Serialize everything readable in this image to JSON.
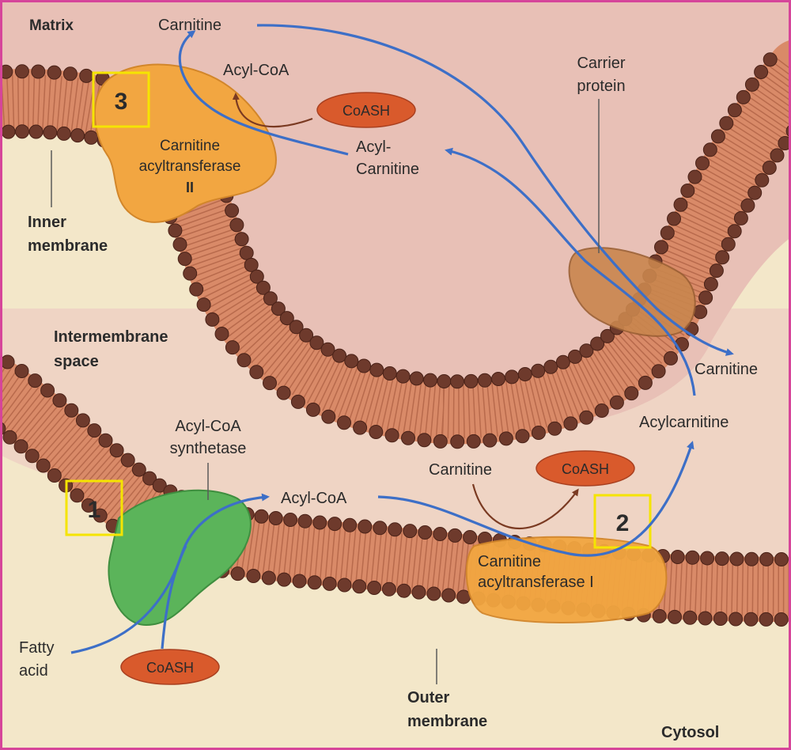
{
  "labels": {
    "matrix": "Matrix",
    "inner_membrane_1": "Inner",
    "inner_membrane_2": "membrane",
    "intermembrane_1": "Intermembrane",
    "intermembrane_2": "space",
    "outer_membrane_1": "Outer",
    "outer_membrane_2": "membrane",
    "cytosol": "Cytosol",
    "carnitine_top": "Carnitine",
    "acyl_coa_top": "Acyl-CoA",
    "coash_top": "CoASH",
    "acyl_carnitine_1": "Acyl-",
    "acyl_carnitine_2": "Carnitine",
    "cat2_1": "Carnitine",
    "cat2_2": "acyltransferase",
    "cat2_3": "II",
    "carrier_1": "Carrier",
    "carrier_2": "protein",
    "carnitine_right": "Carnitine",
    "acylcarnitine": "Acylcarnitine",
    "acs_1": "Acyl-CoA",
    "acs_2": "synthetase",
    "acyl_coa_mid": "Acyl-CoA",
    "carnitine_mid": "Carnitine",
    "coash_mid": "CoASH",
    "cat1_1": "Carnitine",
    "cat1_2": "acyltransferase I",
    "fatty_1": "Fatty",
    "fatty_2": "acid",
    "coash_bottom": "CoASH"
  },
  "steps": {
    "one": "1",
    "two": "2",
    "three": "3"
  },
  "colors": {
    "matrix": "#e9c3b9",
    "intermembrane": "#f0d6c8",
    "cytosol": "#f3e7c9",
    "membrane": "#d98a68",
    "head": "#6e3a2c",
    "arrow": "#3d6fc7",
    "coash": "#d95a2c",
    "enzyme_green": "#5bb45a",
    "enzyme_orange": "#f2a641",
    "step_box": "#f5e400",
    "frame": "#d6459a"
  }
}
